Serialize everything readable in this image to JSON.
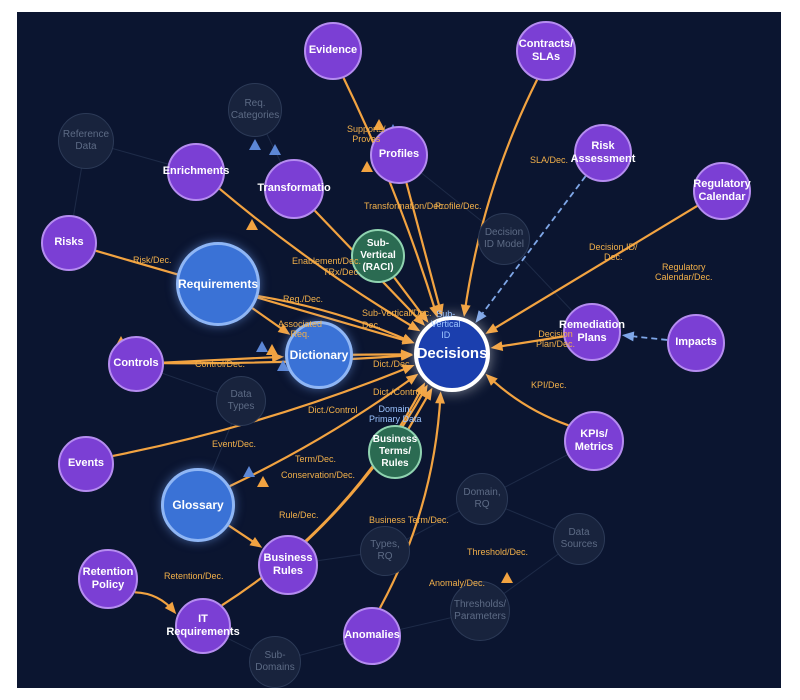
{
  "nodes": {
    "decisions": "Decisions",
    "evidence": "Evidence",
    "contracts": "Contracts/\nSLAs",
    "profiles": "Profiles",
    "risk_assessment": "Risk\nAssessment",
    "regulatory_calendar": "Regulatory\nCalendar",
    "enrichments": "Enrichments",
    "transformatio": "Transformatio",
    "risks": "Risks",
    "requirements": "Requirements",
    "sub_vertical_raci": "Sub-\nVertical\n(RACI)",
    "dictionary": "Dictionary",
    "controls": "Controls",
    "remediation_plans": "Remediation\nPlans",
    "impacts": "Impacts",
    "events": "Events",
    "kpis_metrics": "KPIs/\nMetrics",
    "business_terms_rules": "Business\nTerms/\nRules",
    "glossary": "Glossary",
    "business_rules": "Business\nRules",
    "retention_policy": "Retention\nPolicy",
    "it_requirements": "IT\nRequirements",
    "anomalies": "Anomalies",
    "req_categories": "Req.\nCategories",
    "reference_data": "Reference\nData",
    "decision_id_model": "Decision\nID Model",
    "data_types": "Data\nTypes",
    "domain_rq": "Domain,\nRQ",
    "data_sources": "Data\nSources",
    "types_rq": "Types,\nRQ",
    "thresholds_parameters": "Thresholds/\nParameters",
    "sub_domains": "Sub-\nDomains"
  },
  "edge_labels": {
    "supports_proves": "Supports/\nProves",
    "sla_dec": "SLA/Dec.",
    "profile_dec": "Profile/Dec.",
    "transformation_dec": "Transformation/Dec.",
    "enablement_dec": "Enablement/Dec.",
    "trx_dec": "TRx/Dec.",
    "sub_vertical_id": "Sub-\nVertical\nID",
    "decision_id_dec": "Decision ID/\nDec.",
    "regulatory_calendar_dec": "Regulatory\nCalendar/Dec.",
    "risk_dec": "Risk/Dec.",
    "req_dec": "Req./Dec.",
    "sub_vertical_dec": "Sub-Vertical/Dec.",
    "dec": "Dec.",
    "associated_req": "Associated\nReq.",
    "decision_plan_dec": "Decision\nPlan/Dec.",
    "control_dec": "Control/Dec.",
    "dict_dec": "Dict./Dec.",
    "dict_control_1": "Dict./Control",
    "dict_control_2": "Dict./Control",
    "domain_primary_data": "Domain,\nPrimary Data",
    "kpi_dec": "KPI/Dec.",
    "event_dec": "Event/Dec.",
    "term_dec": "Term/Dec.",
    "conservation_dec": "Conservation/Dec.",
    "rule_dec": "Rule/Dec.",
    "business_term_dec": "Business Term/Dec.",
    "threshold_dec": "Threshold/Dec.",
    "retention_dec": "Retention/Dec.",
    "anomaly_dec": "Anomaly/Dec."
  },
  "colors": {
    "background": "#0b1530",
    "edge": "#f2a341",
    "dashed_edge": "#7fa7e8",
    "node_purple": "#7b3fd4",
    "node_blue": "#3a72d6",
    "node_green": "#2b6b52"
  }
}
